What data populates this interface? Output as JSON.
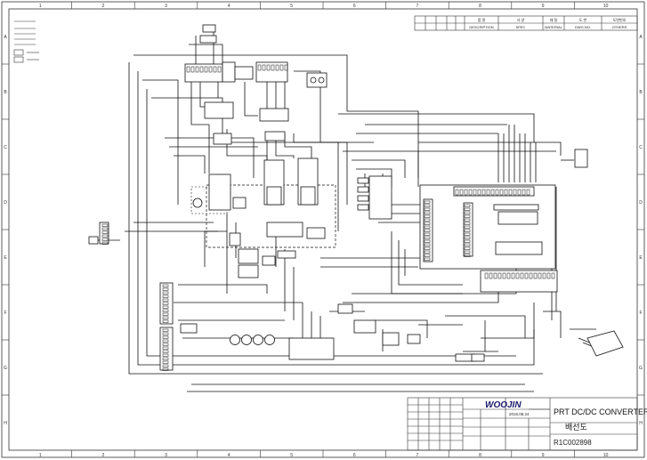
{
  "sheet": {
    "zones_x": [
      "1",
      "2",
      "3",
      "4",
      "5",
      "6",
      "7",
      "8",
      "9",
      "10"
    ],
    "zones_y": [
      "A",
      "B",
      "C",
      "D",
      "E",
      "F",
      "G",
      "H"
    ]
  },
  "title_block": {
    "brand": "WOOJIN",
    "title": "PRT DC/DC CONVERTER",
    "subtitle": "배선도",
    "drawing_no": "R1C002898",
    "date": "2016.08.24",
    "col_headers": [
      "품 명",
      "DESCRIPTION",
      "사 양",
      "SPEC",
      "재 질",
      "MATERIAL",
      "도 번",
      "DWG.NO.",
      "도면번호",
      "OTHERS"
    ]
  }
}
